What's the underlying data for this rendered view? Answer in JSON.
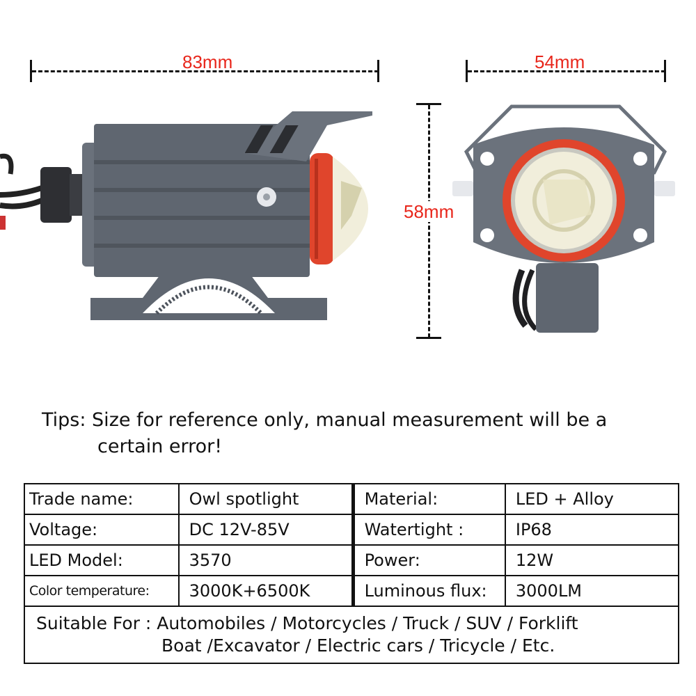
{
  "dimensions": {
    "length": "83mm",
    "width": "54mm",
    "height": "58mm"
  },
  "tips": {
    "line1": "Tips: Size for reference only, manual measurement will be a",
    "line2": "certain error!"
  },
  "specs": [
    {
      "label1": "Trade name:",
      "value1": "Owl spotlight",
      "label2": "Material:",
      "value2": "LED + Alloy"
    },
    {
      "label1": "Voltage:",
      "value1": "DC 12V-85V",
      "label2": "Watertight :",
      "value2": "IP68"
    },
    {
      "label1": "LED Model:",
      "value1": "3570",
      "label2": "Power:",
      "value2": "12W"
    },
    {
      "label1": "Color temperature:",
      "value1": "3000K+6500K",
      "label2": "Luminous flux:",
      "value2": "3000LM"
    }
  ],
  "suitable": {
    "line1": "Suitable For : Automobiles / Motorcycles / Truck / SUV / Forklift",
    "line2": "Boat /Excavator / Electric cars / Tricycle / Etc."
  },
  "colors": {
    "dimension_text": "#e8261b",
    "housing": "#5f6670",
    "ring": "#e0452c",
    "lens": "#f1eedb"
  }
}
